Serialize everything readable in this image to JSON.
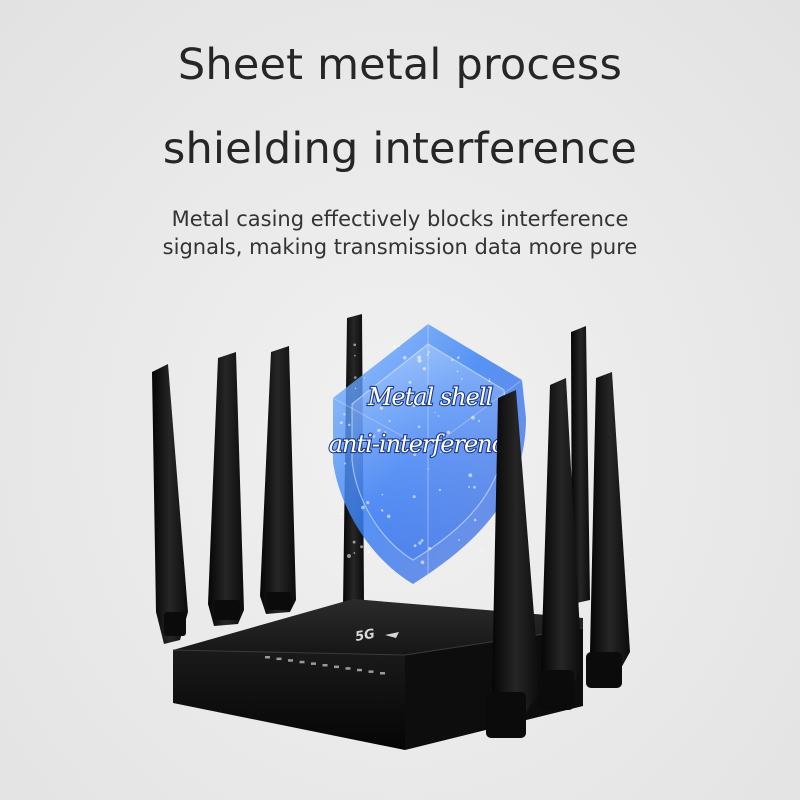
{
  "headline": {
    "line1": "Sheet metal process",
    "line2": "shielding interference"
  },
  "description": {
    "line1": "Metal casing effectively blocks interference",
    "line2": "signals, making transmission data more pure"
  },
  "shield": {
    "label_line1": "Metal shell",
    "label_line2": "anti-interference"
  },
  "router": {
    "brand_label": "5G"
  },
  "colors": {
    "background": "#e9e9e9",
    "text": "#262626",
    "shield_blue": "#3b82f6",
    "device": "#1a1a1a"
  }
}
